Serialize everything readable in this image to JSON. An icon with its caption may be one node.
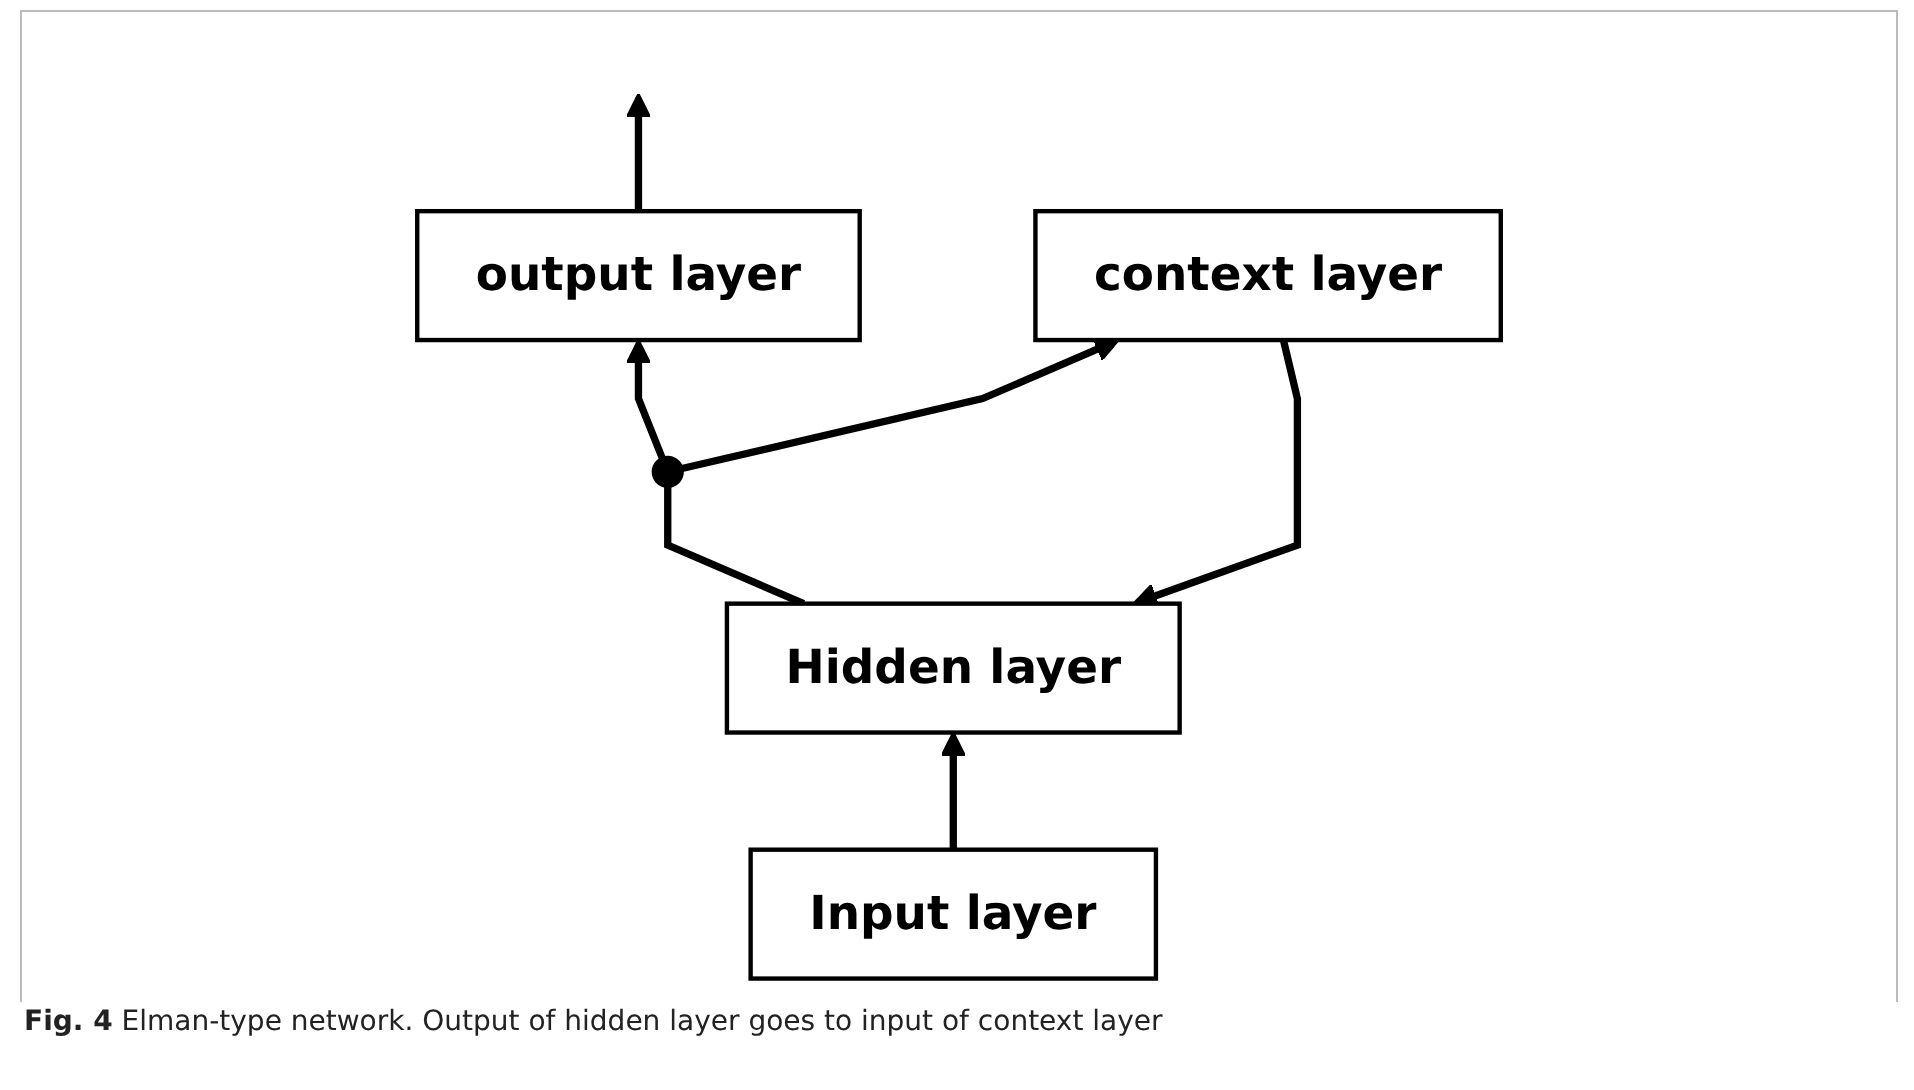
{
  "diagram": {
    "caption": "**Fig. 4** Elman-type network. Output of hidden layer goes to input of context layer",
    "nodes": [
      {
        "text": [
          "output layer"
        ]
      },
      {
        "text": [
          "Hidden layer"
        ]
      },
      {
        "text": [
          "Input layer"
        ]
      },
      {
        "text": [
          "context layer"
        ]
      },
      {
        "text": [],
        "shape": "circle"
      }
    ],
    "edges": [
      {
        "from": 0,
        "to": null,
        "arrow": "to"
      },
      {
        "from": 1,
        "to": 4,
        "arrow": "none"
      },
      {
        "from": 4,
        "to": 0,
        "arrow": "to"
      },
      {
        "from": 4,
        "to": 3,
        "arrow": "to"
      },
      {
        "from": 2,
        "to": 1,
        "arrow": "to"
      },
      {
        "from": 3,
        "to": 1,
        "arrow": "to"
      }
    ]
  }
}
